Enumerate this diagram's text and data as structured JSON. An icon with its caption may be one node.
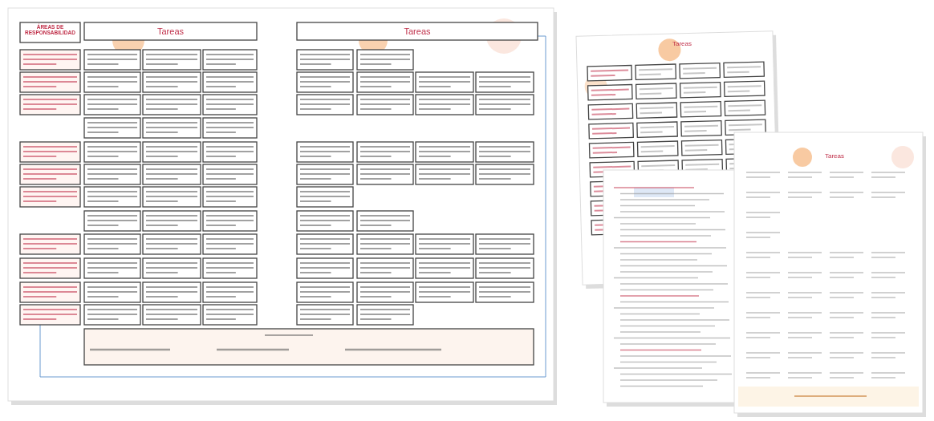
{
  "diagram": {
    "labels": [
      "ÁREAS DE RESPONSABILIDAD",
      "Tareas",
      "Tareas",
      "Tareas",
      "Tareas"
    ]
  }
}
